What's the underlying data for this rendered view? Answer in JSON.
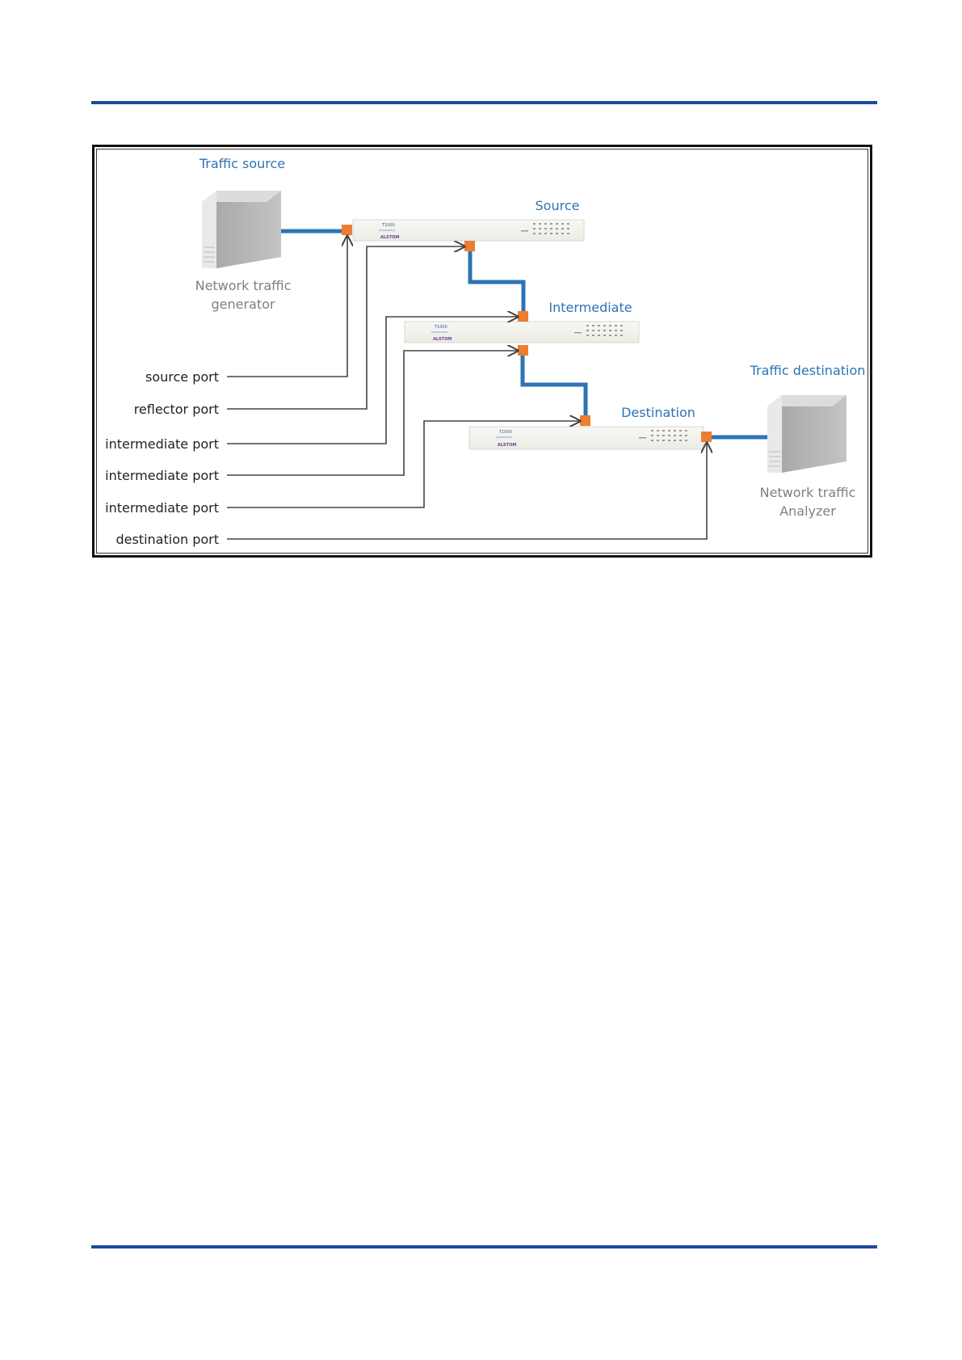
{
  "diagram": {
    "traffic_source_title": "Traffic source",
    "generator_label": [
      "Network traffic",
      "generator"
    ],
    "traffic_destination_title": "Traffic destination",
    "analyzer_label": [
      "Network traffic",
      "Analyzer"
    ],
    "switch_labels": {
      "source": "Source",
      "intermediate": "Intermediate",
      "destination": "Destination"
    },
    "ports": [
      "source port",
      "reflector port",
      "intermediate port",
      "intermediate port",
      "intermediate port",
      "destination port"
    ],
    "device_brand": "ALSTOM",
    "device_model": "T1000",
    "colors": {
      "link": "#2e73b6",
      "port": "#ed7d31",
      "rule": "#1f4a9b",
      "label_blue": "#2e73b6"
    }
  }
}
